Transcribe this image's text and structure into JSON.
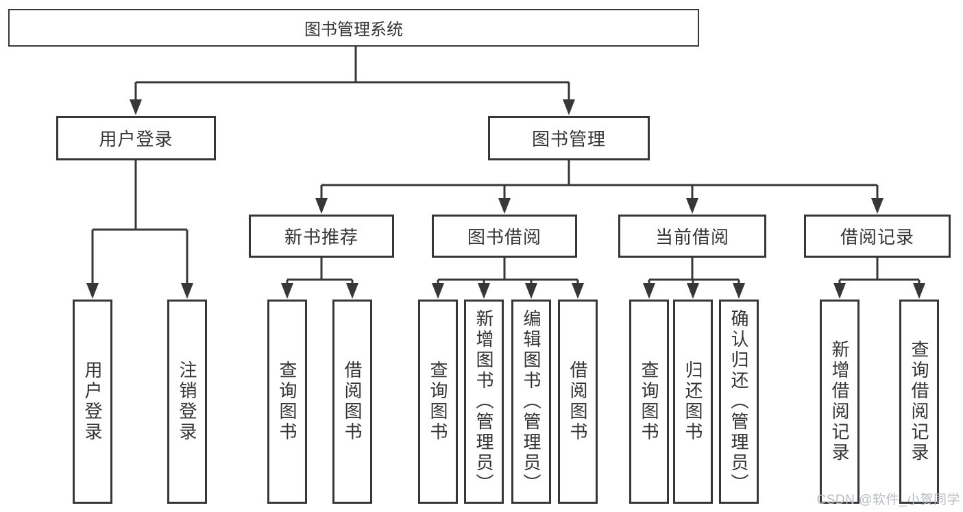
{
  "diagram": {
    "root_label": "图书管理系统",
    "branches": [
      {
        "label": "用户登录",
        "children": [
          {
            "label": "用户登录"
          },
          {
            "label": "注销登录"
          }
        ]
      },
      {
        "label": "图书管理",
        "children": [
          {
            "label": "新书推荐",
            "children": [
              {
                "label": "查询图书"
              },
              {
                "label": "借阅图书"
              }
            ]
          },
          {
            "label": "图书借阅",
            "children": [
              {
                "label": "查询图书"
              },
              {
                "label": "新增图书（管理员）"
              },
              {
                "label": "编辑图书（管理员）"
              },
              {
                "label": "借阅图书"
              }
            ]
          },
          {
            "label": "当前借阅",
            "children": [
              {
                "label": "查询图书"
              },
              {
                "label": "归还图书"
              },
              {
                "label": "确认归还（管理员）"
              }
            ]
          },
          {
            "label": "借阅记录",
            "children": [
              {
                "label": "新增借阅记录"
              },
              {
                "label": "查询借阅记录"
              }
            ]
          }
        ]
      }
    ]
  },
  "watermark": {
    "text": "CSDN @软件_小贺同学"
  },
  "colors": {
    "line": "#373737",
    "box_border": "#373737",
    "box_fill": "#ffffff",
    "text": "#333333",
    "background": "#ffffff",
    "watermark": "#b9bcc0"
  }
}
